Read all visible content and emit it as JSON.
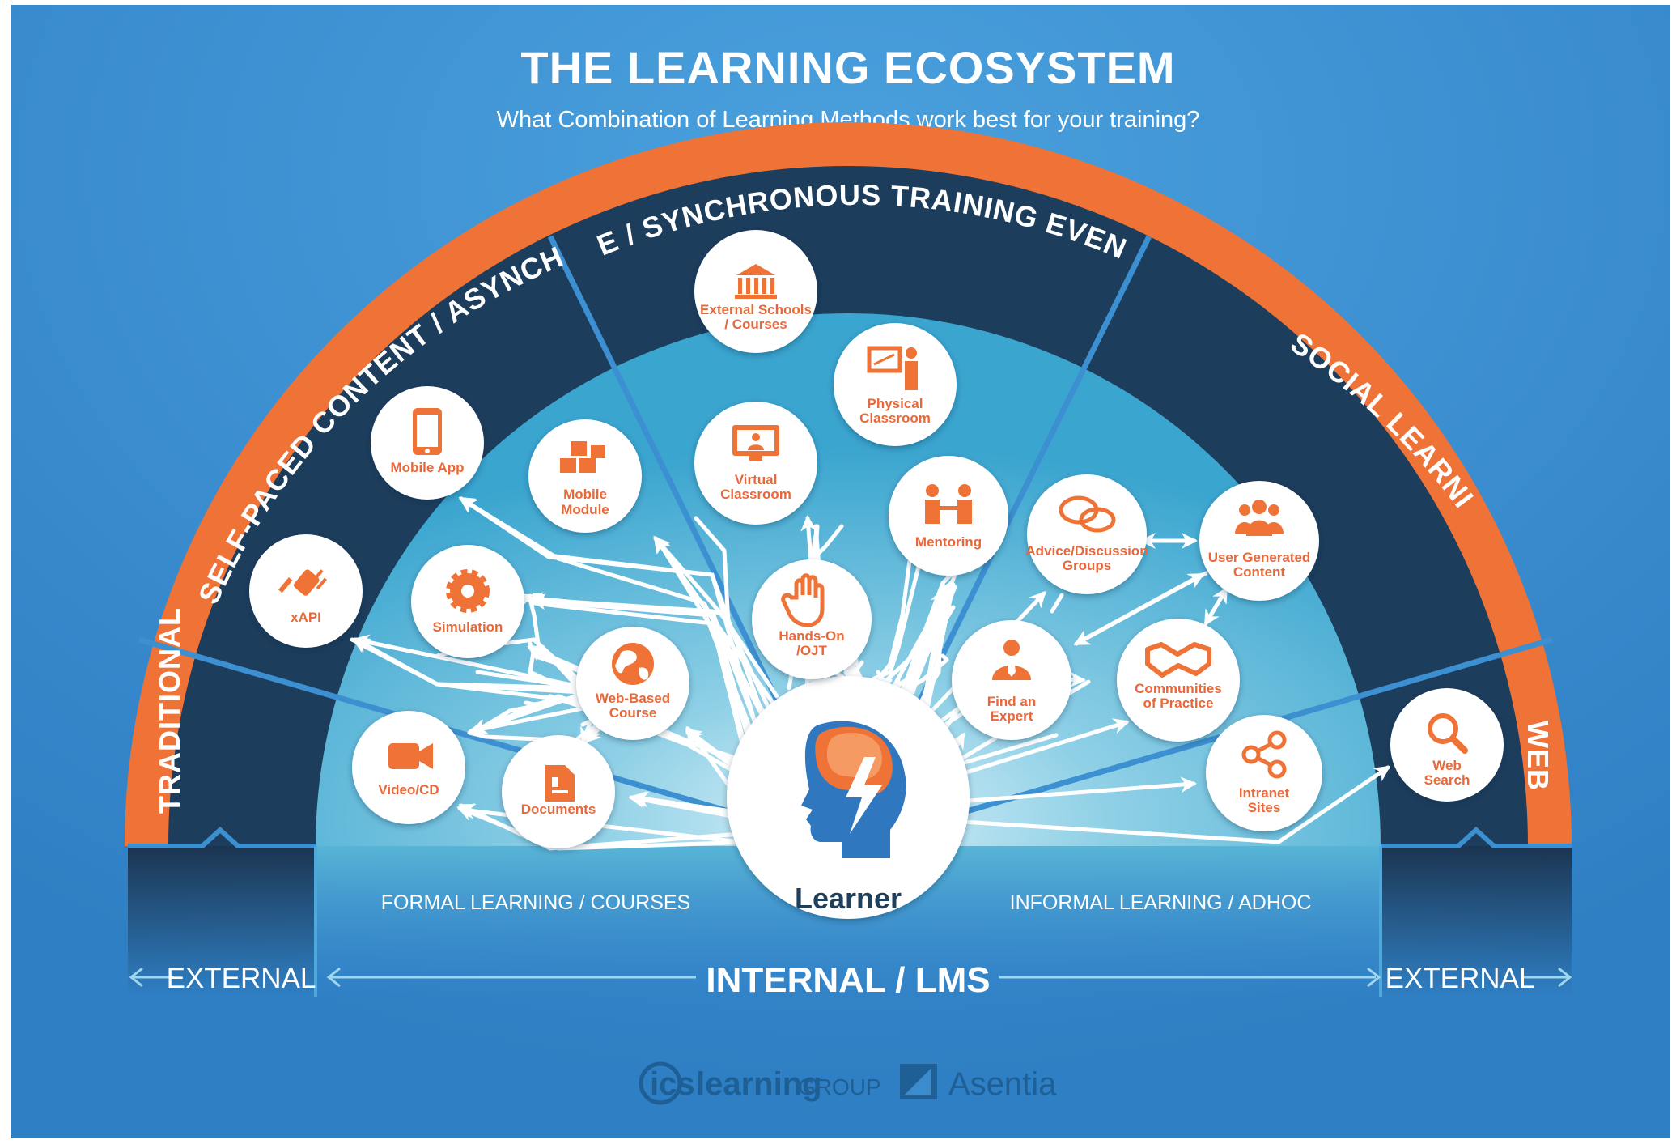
{
  "header": {
    "title": "THE LEARNING ECOSYSTEM",
    "subtitle": "What Combination of Learning Methods work best for your training?"
  },
  "bands": {
    "traditional": "TRADITIONAL",
    "self_paced": "SELF-PACED CONTENT / ASYNCHRONOUS",
    "live": "LIVE / SYNCHRONOUS TRAINING EVENTS",
    "social": "SOCIAL LEARNING",
    "web": "WEB"
  },
  "center": {
    "label": "Learner",
    "icon": "head-brain-icon"
  },
  "nodes": [
    {
      "id": "xapi",
      "lines": [
        "xAPI"
      ],
      "icon": "plug-icon"
    },
    {
      "id": "mobile-app",
      "lines": [
        "Mobile App"
      ],
      "icon": "smartphone-icon"
    },
    {
      "id": "mobile-module",
      "lines": [
        "Mobile",
        "Module"
      ],
      "icon": "cubes-icon"
    },
    {
      "id": "simulation",
      "lines": [
        "Simulation"
      ],
      "icon": "gear-icon"
    },
    {
      "id": "web-based-course",
      "lines": [
        "Web-Based",
        "Course"
      ],
      "icon": "globe-icon"
    },
    {
      "id": "video-cd",
      "lines": [
        "Video/CD"
      ],
      "icon": "video-camera-icon"
    },
    {
      "id": "documents",
      "lines": [
        "Documents"
      ],
      "icon": "document-icon"
    },
    {
      "id": "external-schools",
      "lines": [
        "External Schools",
        "/ Courses"
      ],
      "icon": "institution-icon"
    },
    {
      "id": "physical-classroom",
      "lines": [
        "Physical",
        "Classroom"
      ],
      "icon": "teacher-board-icon"
    },
    {
      "id": "virtual-classroom",
      "lines": [
        "Virtual",
        "Classroom"
      ],
      "icon": "monitor-user-icon"
    },
    {
      "id": "mentoring",
      "lines": [
        "Mentoring"
      ],
      "icon": "two-people-icon"
    },
    {
      "id": "hands-on",
      "lines": [
        "Hands-On",
        "/OJT"
      ],
      "icon": "hand-icon"
    },
    {
      "id": "advice-groups",
      "lines": [
        "Advice/Discussion",
        "Groups"
      ],
      "icon": "chat-bubbles-icon"
    },
    {
      "id": "user-generated",
      "lines": [
        "User Generated",
        "Content"
      ],
      "icon": "group-icon"
    },
    {
      "id": "find-expert",
      "lines": [
        "Find an",
        "Expert"
      ],
      "icon": "businessman-icon"
    },
    {
      "id": "communities",
      "lines": [
        "Communities",
        "of Practice"
      ],
      "icon": "handshake-icon"
    },
    {
      "id": "intranet",
      "lines": [
        "Intranet",
        "Sites"
      ],
      "icon": "share-icon"
    },
    {
      "id": "web-search",
      "lines": [
        "Web",
        "Search"
      ],
      "icon": "magnifier-icon"
    }
  ],
  "bottom": {
    "formal": "FORMAL LEARNING / COURSES",
    "informal": "INFORMAL LEARNING / ADHOC",
    "internal": "INTERNAL / LMS",
    "external_left": "EXTERNAL",
    "external_right": "EXTERNAL"
  },
  "logos": {
    "ics_left": "ics",
    "ics_right": "learning",
    "ics_small": "GROUP",
    "asentia": "Asentia"
  },
  "colors": {
    "background": "#3a8ccf",
    "orange": "#ef7336",
    "navy": "#1d3d5c",
    "light_blue": "#5fc0dc",
    "node_text": "#e8683a"
  }
}
